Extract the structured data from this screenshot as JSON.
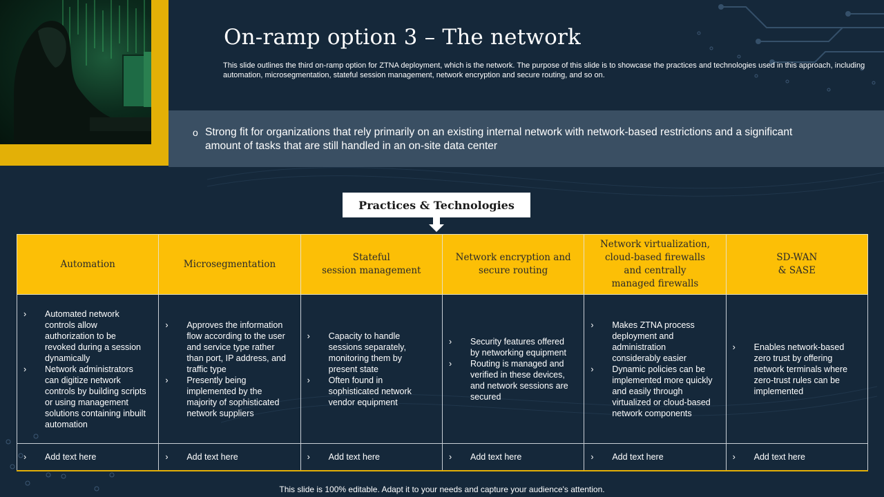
{
  "slide": {
    "title": "On-ramp option 3 – The network",
    "description": "This slide outlines the third on-ramp option for ZTNA deployment, which is the network. The purpose of this slide is to showcase the practices and technologies used in this approach, including automation, microsegmentation, stateful session management, network encryption and secure routing, and so on.",
    "fit_bullet": "o",
    "fit_text": "Strong fit for organizations that rely primarily on an existing internal network with network-based restrictions and a significant amount of tasks that are still handled in an on-site data center",
    "section_label": "Practices & Technologies",
    "footer": "This slide is 100% editable. Adapt it to your needs and capture your audience's attention.",
    "accent_color": "#fcbf06",
    "background_color": "#15283a"
  },
  "table": {
    "bullet": "›",
    "columns": [
      {
        "header": [
          "Automation"
        ],
        "items": [
          [
            "Automated network",
            "controls allow",
            "authorization to be",
            "revoked during a session",
            "dynamically"
          ],
          [
            "Network administrators",
            "can digitize network",
            "controls by building scripts",
            "or using management",
            "solutions containing inbuilt",
            "automation"
          ]
        ],
        "add_text": "Add text here"
      },
      {
        "header": [
          "Microsegmentation"
        ],
        "items": [
          [
            "Approves the information",
            "flow according to the user",
            "and service type rather",
            "than port, IP address, and",
            "traffic type"
          ],
          [
            "Presently being",
            "implemented by the",
            "majority of sophisticated",
            "network suppliers"
          ]
        ],
        "add_text": "Add text here"
      },
      {
        "header": [
          "Stateful",
          "session management"
        ],
        "items": [
          [
            "Capacity to handle",
            "sessions separately,",
            "monitoring them by",
            "present state"
          ],
          [
            "Often found in",
            "sophisticated network",
            "vendor equipment"
          ]
        ],
        "add_text": "Add text here"
      },
      {
        "header": [
          "Network encryption and",
          "secure routing"
        ],
        "items": [
          [
            "Security features offered",
            "by networking equipment"
          ],
          [
            "Routing is managed and",
            "verified in these devices,",
            "and network sessions are",
            "secured"
          ]
        ],
        "add_text": "Add text here"
      },
      {
        "header": [
          "Network virtualization,",
          "cloud-based firewalls",
          "and centrally",
          "managed firewalls"
        ],
        "items": [
          [
            "Makes ZTNA process",
            "deployment and",
            "administration",
            "considerably easier"
          ],
          [
            "Dynamic policies can be",
            "implemented more quickly",
            "and easily through",
            "virtualized or cloud-based",
            "network components"
          ]
        ],
        "add_text": "Add text here"
      },
      {
        "header": [
          "SD-WAN",
          "& SASE"
        ],
        "items": [
          [
            "Enables network-based",
            "zero trust by offering",
            "network terminals where",
            "zero-trust rules can be",
            "implemented"
          ]
        ],
        "add_text": "Add text here"
      }
    ]
  }
}
